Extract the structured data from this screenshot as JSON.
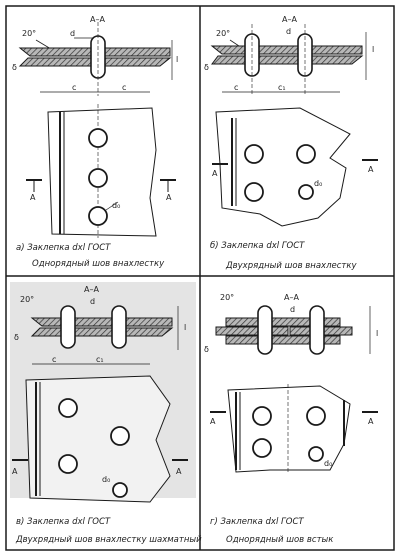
{
  "section_label": "A–A",
  "angle_label": "20°",
  "dim_d": "d",
  "dim_delta": "δ",
  "dim_l": "l",
  "dim_c": "c",
  "dim_c1": "c₁",
  "dim_d0": "d₀",
  "cut_letter": "A",
  "colors": {
    "ink": "#1a1a1a",
    "plate_fill": "#9a9a9a",
    "paper": "#ffffff",
    "shade": "#d9d9d9"
  },
  "panels": [
    {
      "id": "a",
      "caption": "а) Заклепка dxl ГОСТ",
      "description": "Однорядный шов внахлестку"
    },
    {
      "id": "b",
      "caption": "б) Заклепка dxl ГОСТ",
      "description": "Двухрядный шов внахлестку"
    },
    {
      "id": "v",
      "caption": "в) Заклепка dxl ГОСТ",
      "description": "Двухрядный шов внахлестку шахматный"
    },
    {
      "id": "g",
      "caption": "г) Заклепка dxl ГОСТ",
      "description": "Однорядный шов встык"
    }
  ]
}
